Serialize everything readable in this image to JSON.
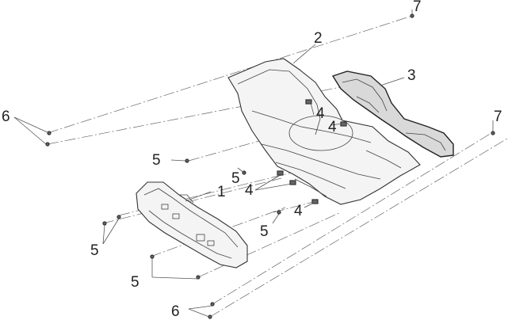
{
  "diagram": {
    "callouts": [
      "1",
      "2",
      "3",
      "4",
      "5",
      "6",
      "7"
    ],
    "colors": {
      "line": "#333333",
      "text": "#222222",
      "background": "#ffffff"
    }
  }
}
